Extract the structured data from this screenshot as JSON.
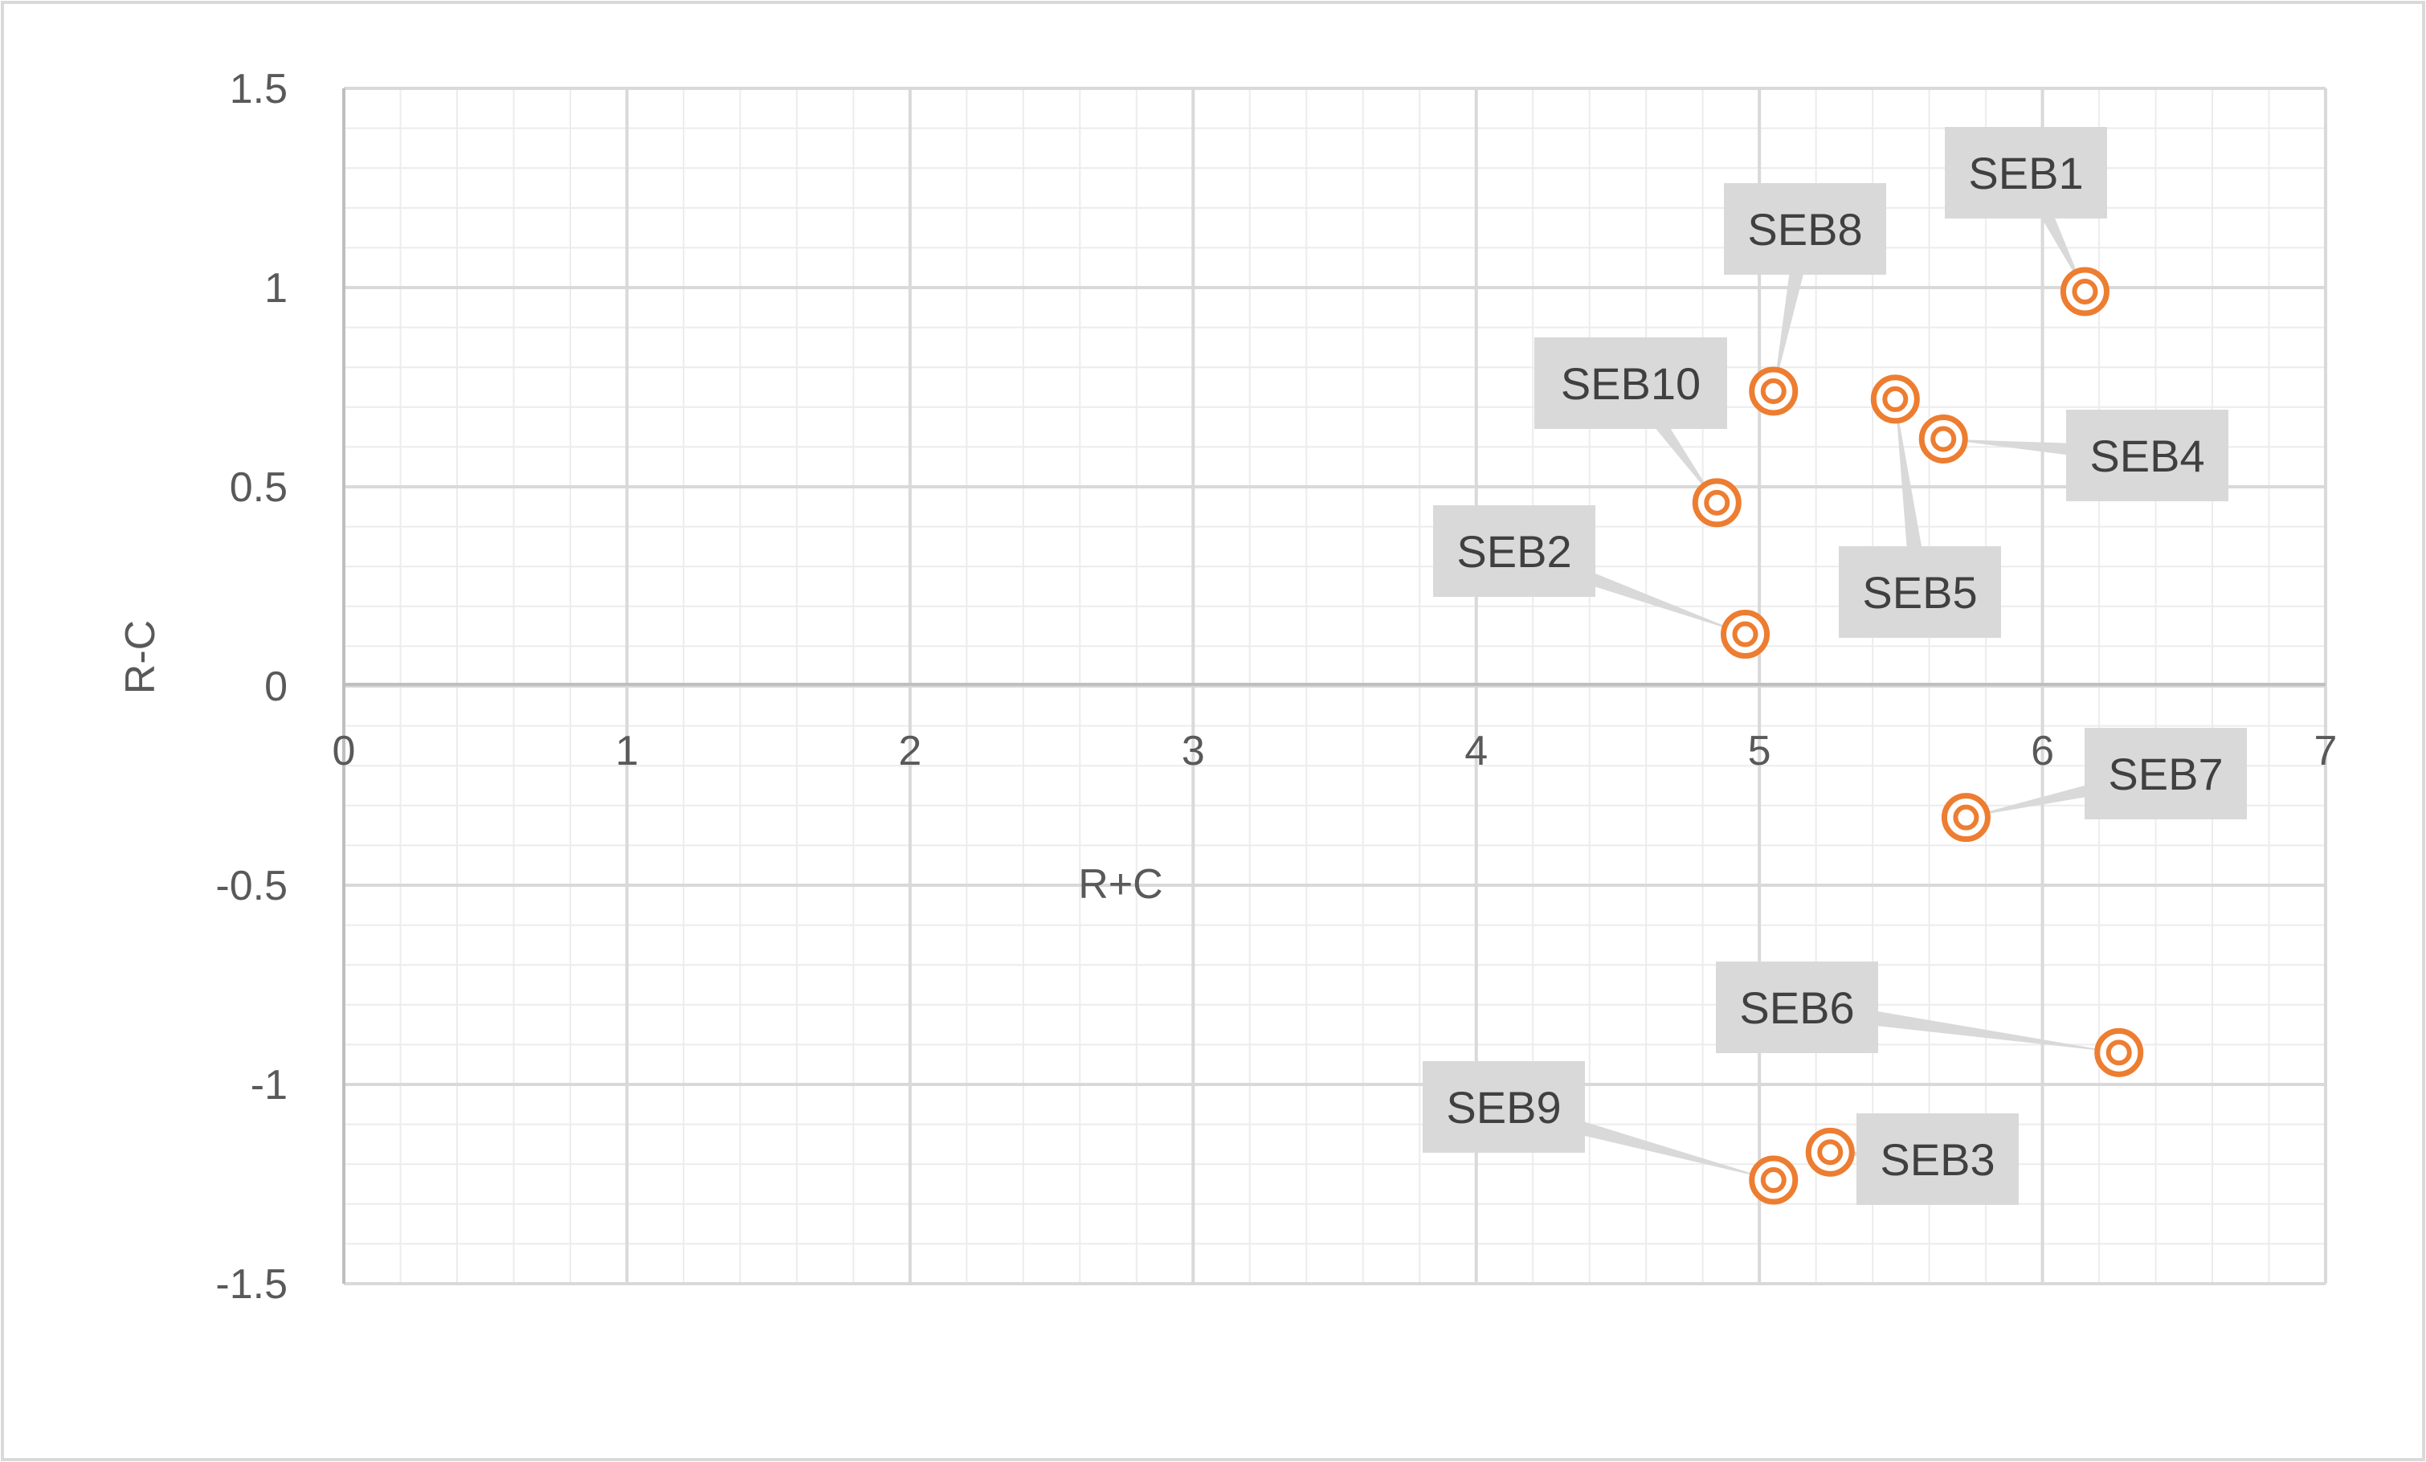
{
  "chart_data": {
    "type": "scatter",
    "title": "",
    "xlabel": "R+C",
    "ylabel": "R-C",
    "xlim": [
      0,
      7
    ],
    "ylim": [
      -1.5,
      1.5
    ],
    "x_ticks": [
      0,
      1,
      2,
      3,
      4,
      5,
      6,
      7
    ],
    "y_ticks": [
      1.5,
      1,
      0.5,
      0,
      -0.5,
      -1,
      -1.5
    ],
    "x_tick_labels": [
      "0",
      "1",
      "2",
      "3",
      "4",
      "5",
      "6",
      "7"
    ],
    "y_tick_labels": [
      "1.5",
      "1",
      "0.5",
      "0",
      "-0.5",
      "-1",
      "-1.5"
    ],
    "grid": true,
    "minor_grid": true,
    "marker_color": "#ED7D31",
    "label_box_color": "#D9D9D9",
    "points": [
      {
        "label": "SEB1",
        "x": 6.15,
        "y": 0.99
      },
      {
        "label": "SEB2",
        "x": 4.95,
        "y": 0.13
      },
      {
        "label": "SEB3",
        "x": 5.25,
        "y": -1.17
      },
      {
        "label": "SEB4",
        "x": 5.65,
        "y": 0.62
      },
      {
        "label": "SEB5",
        "x": 5.48,
        "y": 0.72
      },
      {
        "label": "SEB6",
        "x": 6.27,
        "y": -0.92
      },
      {
        "label": "SEB7",
        "x": 5.73,
        "y": -0.33
      },
      {
        "label": "SEB8",
        "x": 5.05,
        "y": 0.74
      },
      {
        "label": "SEB9",
        "x": 5.05,
        "y": -1.24
      },
      {
        "label": "SEB10",
        "x": 4.85,
        "y": 0.46
      }
    ]
  }
}
